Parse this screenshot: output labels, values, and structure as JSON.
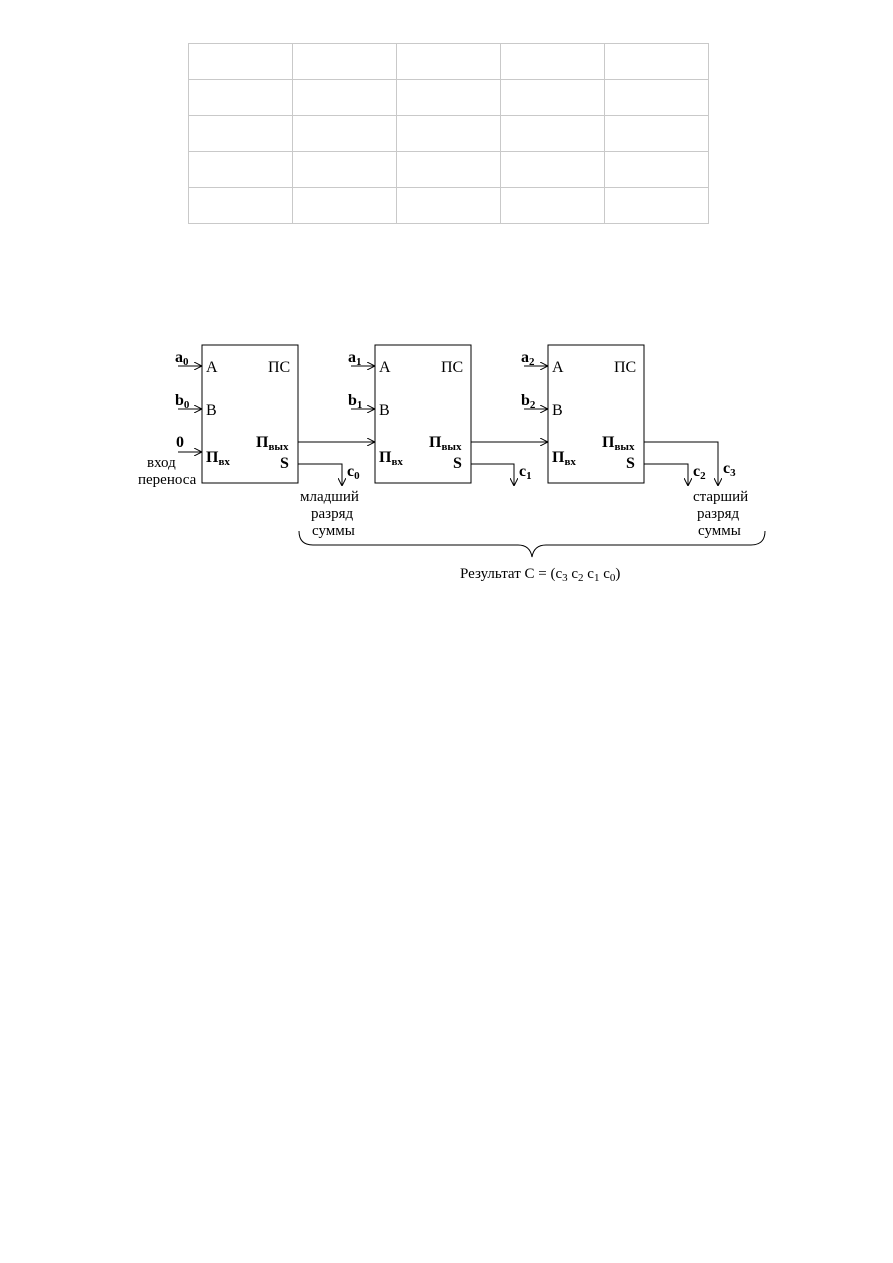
{
  "table": {
    "rows": 5,
    "cols": 5
  },
  "adders": [
    {
      "a": "a",
      "b": "b",
      "idx": "0",
      "top_right": "ПС",
      "A": "A",
      "B": "B",
      "P": "П",
      "P_in_sub": "вх",
      "P_out_sub": "вых",
      "S": "S"
    },
    {
      "a": "a",
      "b": "b",
      "idx": "1",
      "top_right": "ПС",
      "A": "A",
      "B": "B",
      "P": "П",
      "P_in_sub": "вх",
      "P_out_sub": "вых",
      "S": "S"
    },
    {
      "a": "a",
      "b": "b",
      "idx": "2",
      "top_right": "ПС",
      "A": "A",
      "B": "B",
      "P": "П",
      "P_in_sub": "вх",
      "P_out_sub": "вых",
      "S": "S"
    }
  ],
  "carry_in": {
    "value": "0",
    "label_line1": "вход",
    "label_line2": "переноса"
  },
  "outputs": {
    "c": "c",
    "c0": "0",
    "c1": "1",
    "c2": "2",
    "c3": "3",
    "low_line1": "младший",
    "low_line2": "разряд",
    "low_line3": "суммы",
    "high_line1": "старший",
    "high_line2": "разряд",
    "high_line3": "суммы"
  },
  "result": {
    "text": "Результат C = (c",
    "s3": "3",
    "c": " c",
    "s2": "2",
    "s1": "1",
    "s0": "0",
    "close": ")"
  }
}
